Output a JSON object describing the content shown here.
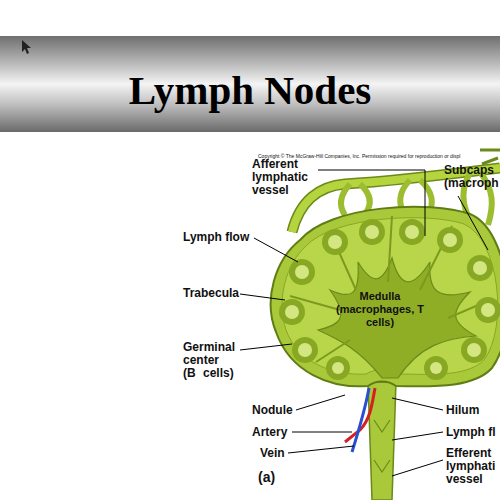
{
  "diagram": {
    "title": "Lymph Nodes",
    "labels": [
      "Copyright © The McGraw-Hill Companies, Inc. Permission required for reproduction or displ",
      "Afferent lymphatic vessel",
      "Subcaps (macroph",
      "Lymph flow",
      "Trabecula",
      "Medulla (macrophages, T cells)",
      "Germinal center (B cells)",
      "Nodule",
      "Artery",
      "Vein",
      "Hilum",
      "Lymph fl",
      "Efferent lymphati vessel",
      "(a)"
    ]
  }
}
